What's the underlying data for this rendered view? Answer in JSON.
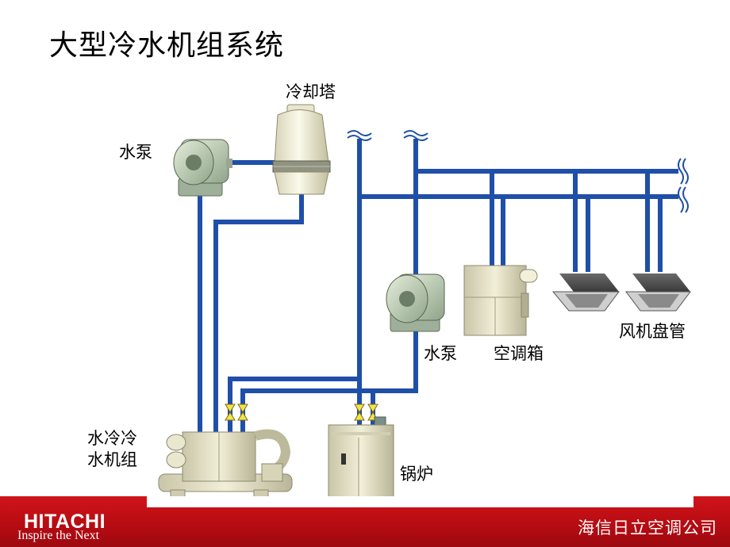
{
  "slide": {
    "title": "大型冷水机组系统"
  },
  "labels": {
    "cooling_tower": "冷却塔",
    "pump_top": "水泵",
    "pump_mid": "水泵",
    "air_handler": "空调箱",
    "fan_coil": "风机盘管",
    "chiller_line1": "水冷冷",
    "chiller_line2": "水机组",
    "boiler": "锅炉"
  },
  "footer": {
    "brand": "HITACHI",
    "tagline": "Inspire the Next",
    "company": "海信日立空调公司"
  },
  "colors": {
    "pipe": "#1f4fa8",
    "equipment": "#e8e4c8",
    "footer": "#c8101a"
  },
  "icons": [
    "water-pump-icon",
    "cooling-tower-icon",
    "air-handler-icon",
    "fan-coil-icon",
    "chiller-icon",
    "boiler-icon",
    "valve-icon",
    "break-mark-icon"
  ]
}
